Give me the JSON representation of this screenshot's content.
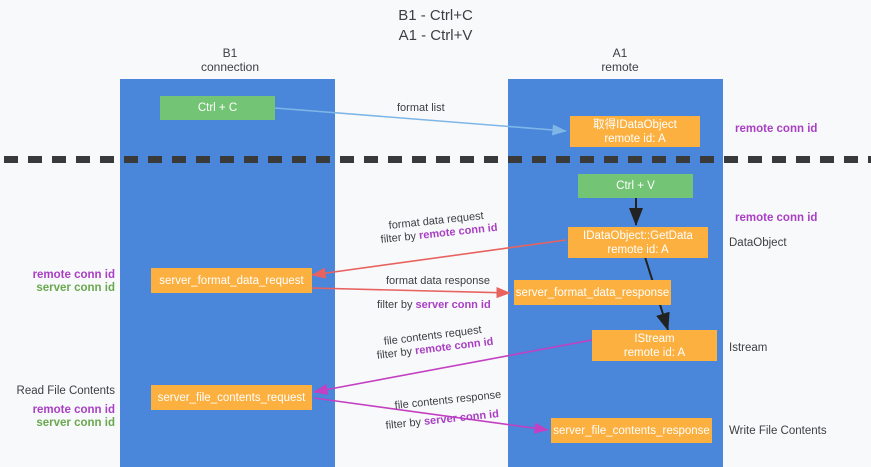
{
  "diagram": {
    "title_line1": "B1 - Ctrl+C",
    "title_line2": "A1 - Ctrl+V",
    "type": "sequence-swimlane",
    "colors": {
      "lane": "#4a86d9",
      "green_node": "#74c476",
      "orange_node": "#fbb040",
      "remote_conn_id": "#a93fc4",
      "server_conn_id": "#6aa84f",
      "arrow_blue": "#7eb6e8",
      "arrow_red": "#e8635f",
      "arrow_magenta": "#c340c3",
      "arrow_black": "#222222",
      "background": "#f8f9fa",
      "text": "#3c4043"
    }
  },
  "columns": [
    {
      "name": "B1",
      "sub": "connection"
    },
    {
      "name": "A1",
      "sub": "remote"
    }
  ],
  "nodes": {
    "ctrl_c": {
      "label": "Ctrl + C",
      "kind": "green"
    },
    "get_idataobject": {
      "line1": "取得IDataObject",
      "line2": "remote id: A",
      "kind": "orange"
    },
    "ctrl_v": {
      "label": "Ctrl + V",
      "kind": "green"
    },
    "idataobject_getdata": {
      "line1": "IDataObject::GetData",
      "line2": "remote id: A",
      "kind": "orange"
    },
    "server_format_data_request": {
      "label": "server_format_data_request",
      "kind": "orange"
    },
    "server_format_data_response": {
      "label": "server_format_data_response",
      "kind": "orange"
    },
    "istream": {
      "line1": "IStream",
      "line2": "remote id: A",
      "kind": "orange"
    },
    "server_file_contents_request": {
      "label": "server_file_contents_request",
      "kind": "orange"
    },
    "server_file_contents_response": {
      "label": "server_file_contents_response",
      "kind": "orange"
    }
  },
  "edge_labels": {
    "format_list": "format list",
    "format_data_request": "format data request",
    "format_data_request_filter_prefix": "filter by ",
    "format_data_request_filter_key": "remote conn id",
    "format_data_response": "format data response",
    "format_data_response_filter_prefix": "filter by ",
    "format_data_response_filter_key": "server conn id",
    "file_contents_request": "file contents request",
    "file_contents_request_filter_prefix": "filter by ",
    "file_contents_request_filter_key": "remote conn id",
    "file_contents_response": "file contents response",
    "file_contents_response_filter_prefix": "filter by ",
    "file_contents_response_filter_key": "server conn id"
  },
  "annotations": {
    "right_remote_top": "remote conn id",
    "right_remote_mid": "remote conn id",
    "right_dataobject": "DataObject",
    "right_istream": "Istream",
    "right_write_file_contents": "Write File Contents",
    "left_remote_mid": "remote conn id",
    "left_server_mid": "server conn id",
    "left_read_file_contents": "Read File Contents",
    "left_remote_bottom": "remote conn id",
    "left_server_bottom": "server conn id"
  }
}
